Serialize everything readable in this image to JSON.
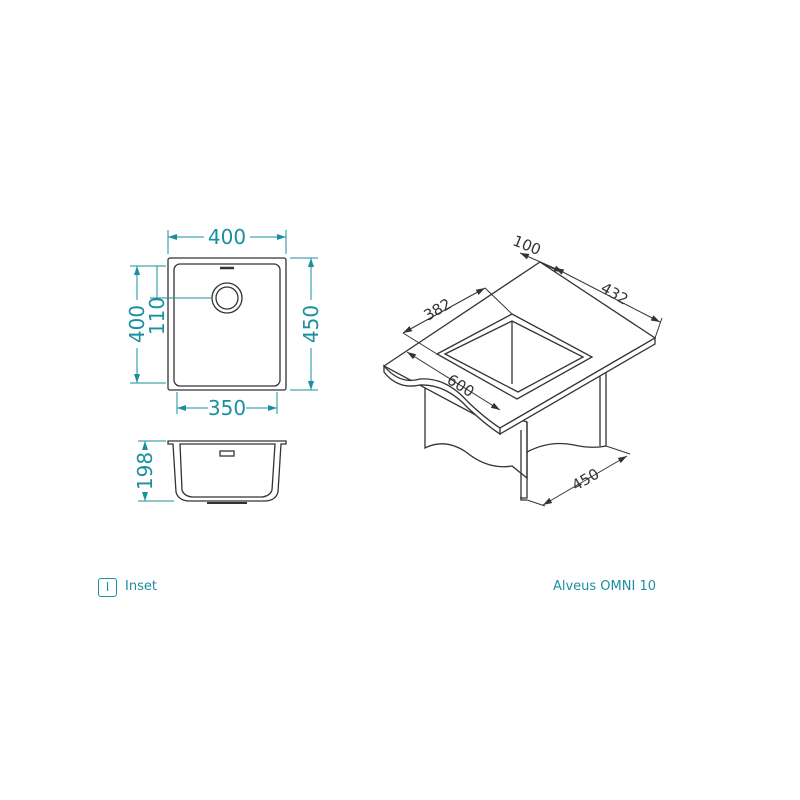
{
  "top_view": {
    "width_outer": "400",
    "height_outer": "450",
    "height_inner": "400",
    "drain_offset": "110",
    "width_inner": "350"
  },
  "section_view": {
    "depth": "198"
  },
  "iso_view": {
    "counter_depth": "100",
    "counter_width": "432",
    "bowl_width": "382",
    "cabinet_width": "600",
    "cabinet_depth": "450"
  },
  "footer": {
    "install_icon_letter": "I",
    "install_type": "Inset",
    "product_name": "Alveus OMNI 10"
  }
}
